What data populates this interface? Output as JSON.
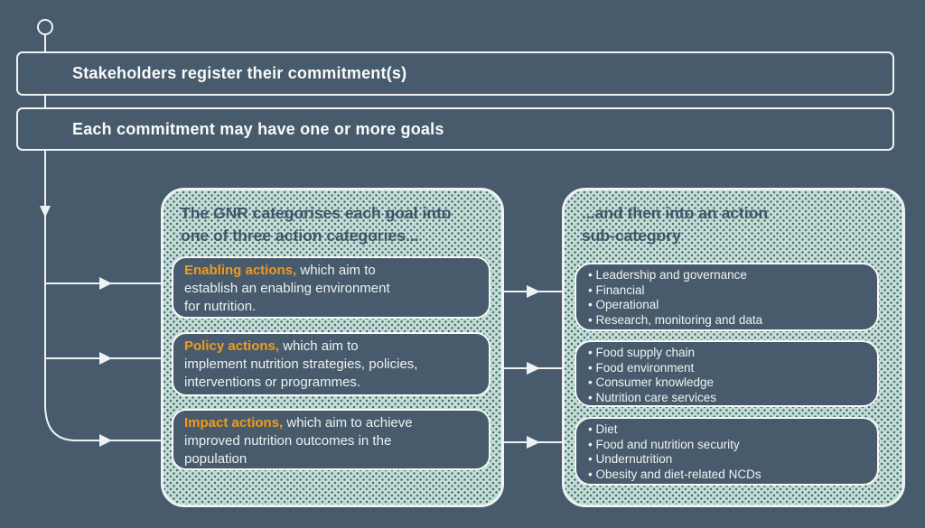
{
  "colors": {
    "background": "#475B6C",
    "panel_fill": "#C3DED8",
    "panel_dot": "#4A6867",
    "dark_box_fill": "#475B6C",
    "accent_orange": "#F19A1E",
    "connector_white": "#EFF2F3",
    "panel_title_text": "#3E5469"
  },
  "flow": {
    "step1": "Stakeholders register their commitment(s)",
    "step2": "Each commitment may have one or more goals"
  },
  "middle_panel": {
    "title_line1": "The GNR categorises each goal into",
    "title_line2": "one of three action categories...",
    "boxes": [
      {
        "lead": "Enabling actions,",
        "line1_rest": " which aim to",
        "line2": "establish an enabling environment",
        "line3": "for nutrition."
      },
      {
        "lead": "Policy actions,",
        "line1_rest": " which aim to",
        "line2": "implement nutrition strategies, policies,",
        "line3": "interventions or programmes."
      },
      {
        "lead": "Impact actions,",
        "line1_rest": " which aim to achieve",
        "line2": "improved nutrition outcomes in the",
        "line3": "population"
      }
    ]
  },
  "right_panel": {
    "title_line1": "...and then into an action",
    "title_line2": "sub-category",
    "boxes": [
      {
        "items": [
          "Leadership and governance",
          "Financial",
          "Operational",
          "Research, monitoring and data"
        ]
      },
      {
        "items": [
          "Food supply chain",
          "Food environment",
          "Consumer knowledge",
          "Nutrition care services"
        ]
      },
      {
        "items": [
          "Diet",
          "Food and nutrition security",
          "Undernutrition",
          "Obesity and diet-related NCDs"
        ]
      }
    ]
  }
}
